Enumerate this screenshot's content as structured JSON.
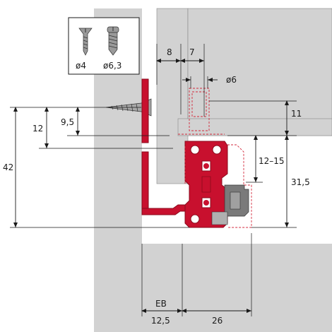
{
  "labels": {
    "screw_small": "ø4",
    "screw_large": "ø6,3",
    "dim_8": "8",
    "dim_7": "7",
    "dim_d6": "ø6",
    "dim_11": "11",
    "dim_9_5": "9,5",
    "dim_12": "12",
    "dim_42": "42",
    "dim_12_15": "12–15",
    "dim_31_5": "31,5",
    "dim_eb": "EB",
    "dim_12_5": "12,5",
    "dim_26": "26"
  },
  "colors": {
    "slide_red": "#c8102e",
    "panel_grey": "#d2d2d2",
    "line": "#1a1a1a"
  }
}
